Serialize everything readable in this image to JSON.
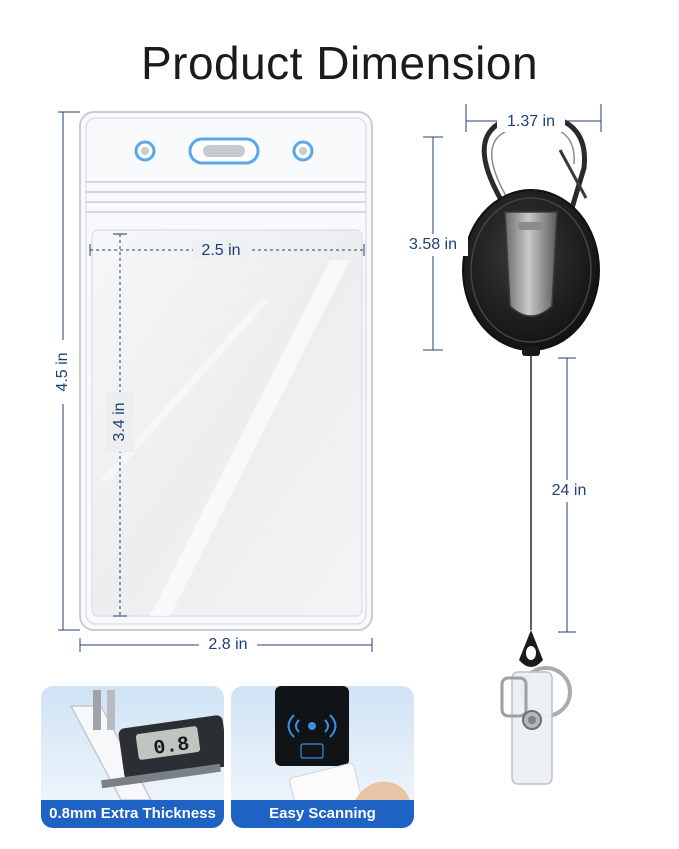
{
  "heading": {
    "title": "Product Dimension"
  },
  "badge_holder": {
    "outer_width": "2.8 in",
    "outer_height": "4.5 in",
    "inner_width": "2.5 in",
    "inner_height": "3.4 in"
  },
  "reel": {
    "width": "1.37 in",
    "height": "3.58 in",
    "cord_length": "24 in"
  },
  "features": {
    "thickness_label": "0.8mm Extra Thickness",
    "scanning_label": "Easy Scanning",
    "caliper_reading": "0.8"
  },
  "colors": {
    "accent_blue": "#1e63c4",
    "dimension_blue": "#1f3f7a",
    "slot_blue": "#5aa8ea"
  }
}
